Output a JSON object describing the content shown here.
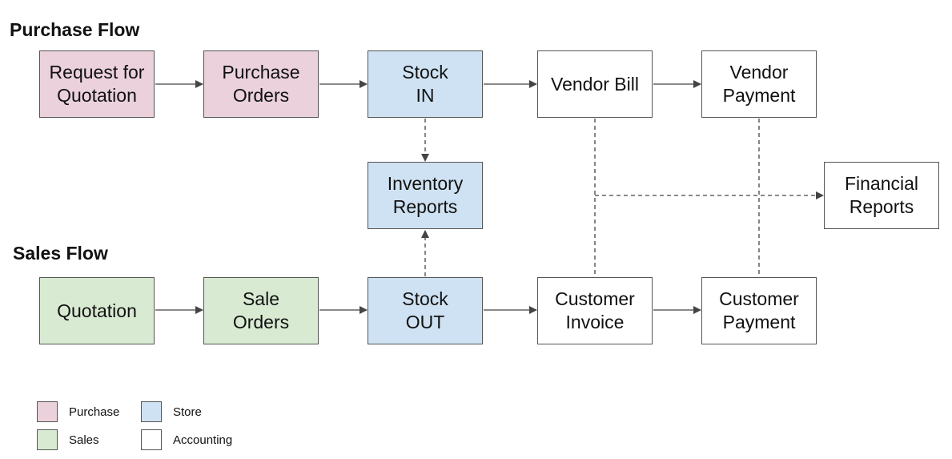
{
  "headings": {
    "purchase": "Purchase Flow",
    "sales": "Sales Flow"
  },
  "colors": {
    "purchase": "#ead1dc",
    "store": "#cfe2f3",
    "sales": "#d9ead3",
    "accounting": "#ffffff",
    "border": "#555555",
    "line": "#444444"
  },
  "nodes": {
    "rfq": {
      "line1": "Request for",
      "line2": "Quotation"
    },
    "purchase_orders": {
      "line1": "Purchase",
      "line2": "Orders"
    },
    "stock_in": {
      "line1": "Stock",
      "line2": "IN"
    },
    "vendor_bill": {
      "line1": "Vendor Bill",
      "line2": ""
    },
    "vendor_payment": {
      "line1": "Vendor",
      "line2": "Payment"
    },
    "inventory_reports": {
      "line1": "Inventory",
      "line2": "Reports"
    },
    "financial_reports": {
      "line1": "Financial",
      "line2": "Reports"
    },
    "quotation": {
      "line1": "Quotation",
      "line2": ""
    },
    "sale_orders": {
      "line1": "Sale",
      "line2": "Orders"
    },
    "stock_out": {
      "line1": "Stock",
      "line2": "OUT"
    },
    "customer_invoice": {
      "line1": "Customer",
      "line2": "Invoice"
    },
    "customer_payment": {
      "line1": "Customer",
      "line2": "Payment"
    }
  },
  "legend": {
    "purchase": "Purchase",
    "store": "Store",
    "sales": "Sales",
    "accounting": "Accounting"
  }
}
